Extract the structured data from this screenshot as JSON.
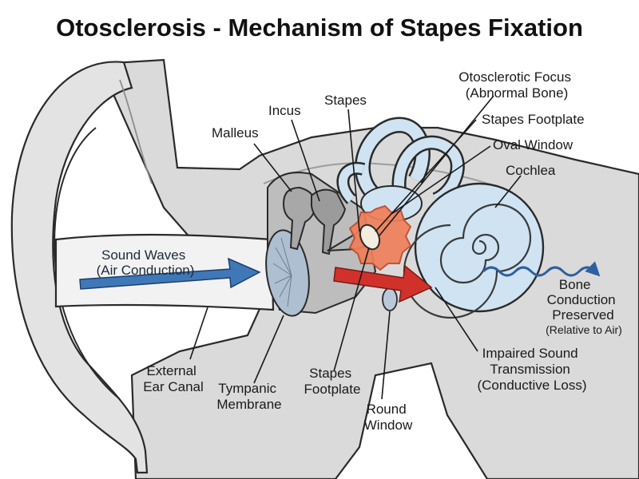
{
  "title": "Otosclerosis - Mechanism of Stapes Fixation",
  "labels": {
    "otosclerotic_focus": [
      "Otosclerotic Focus",
      "(Abnormal Bone)"
    ],
    "stapes_footplate_top": "Stapes Footplate",
    "oval_window": "Oval Window",
    "cochlea": "Cochlea",
    "incus": "Incus",
    "stapes": "Stapes",
    "malleus": "Malleus",
    "sound_waves": [
      "Sound Waves",
      "(Air Conduction)"
    ],
    "bone_conduction": [
      "Bone",
      "Conduction",
      "Preserved"
    ],
    "bone_conduction_note": "(Relative to Air)",
    "impaired": [
      "Impaired Sound",
      "Transmission",
      "(Conductive Loss)"
    ],
    "external_canal": [
      "External",
      "Ear Canal"
    ],
    "tympanic": [
      "Tympanic",
      "Membrane"
    ],
    "stapes_footplate_bottom": [
      "Stapes",
      "Footplate"
    ],
    "round_window": [
      "Round",
      "Window"
    ]
  },
  "colors": {
    "sound_arrow": "#3f78b8",
    "impaired_arrow": "#d0322b",
    "bone_wave": "#2f5f9e",
    "otosclerotic_focus": "#ef7f5a",
    "cochlea_fill": "#cfe3f2",
    "tissue_gray": "#d6d6d6"
  }
}
